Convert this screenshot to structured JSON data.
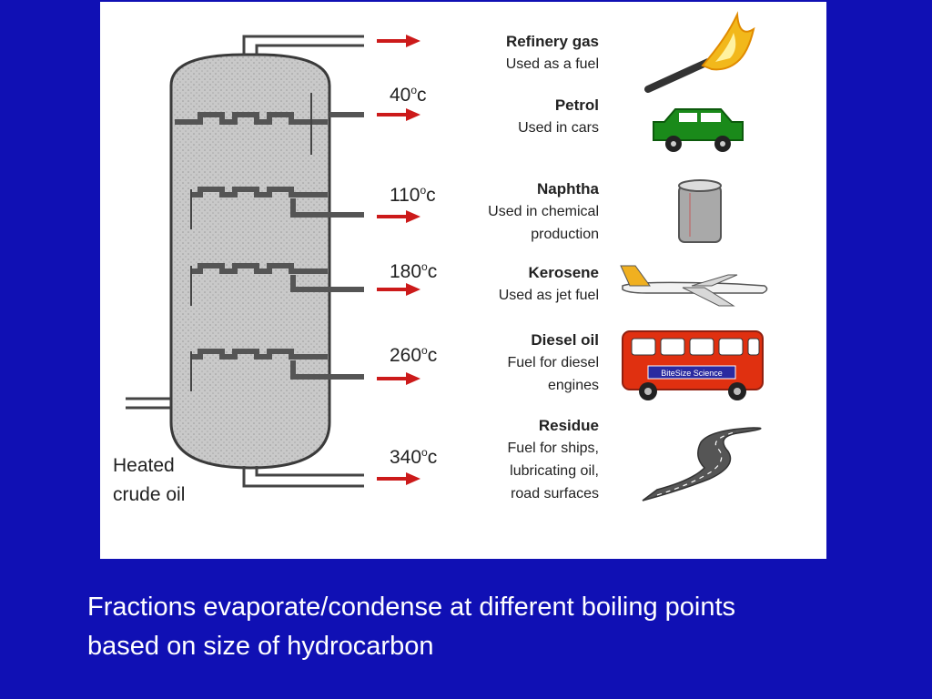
{
  "feed_label": [
    "Heated",
    "crude oil"
  ],
  "fractions": [
    {
      "temp": "",
      "name": "Refinery gas",
      "use": [
        "Used as a fuel"
      ],
      "icon": "flame-icon"
    },
    {
      "temp": "40",
      "name": "Petrol",
      "use": [
        "Used in cars"
      ],
      "icon": "car-icon"
    },
    {
      "temp": "110",
      "name": "Naphtha",
      "use": [
        "Used in chemical",
        "production"
      ],
      "icon": "barrel-icon"
    },
    {
      "temp": "180",
      "name": "Kerosene",
      "use": [
        "Used as jet fuel"
      ],
      "icon": "airplane-icon"
    },
    {
      "temp": "260",
      "name": "Diesel oil",
      "use": [
        "Fuel for diesel",
        "engines"
      ],
      "icon": "bus-icon"
    },
    {
      "temp": "340",
      "name": "Residue",
      "use": [
        "Fuel for ships,",
        "lubricating oil,",
        "road surfaces"
      ],
      "icon": "road-icon"
    }
  ],
  "degree_symbol": "o",
  "temp_unit": "c",
  "bus_sign": "BiteSize Science",
  "caption": [
    "Fractions evaporate/condense at different boiling points",
    "based on size of hydrocarbon"
  ],
  "colors": {
    "background": "#1010b4",
    "arrow": "#cc1a1a",
    "column_fill": "#c4c4c4",
    "pipe": "#555555",
    "car": "#1a8a1a",
    "bus": "#e03010"
  }
}
